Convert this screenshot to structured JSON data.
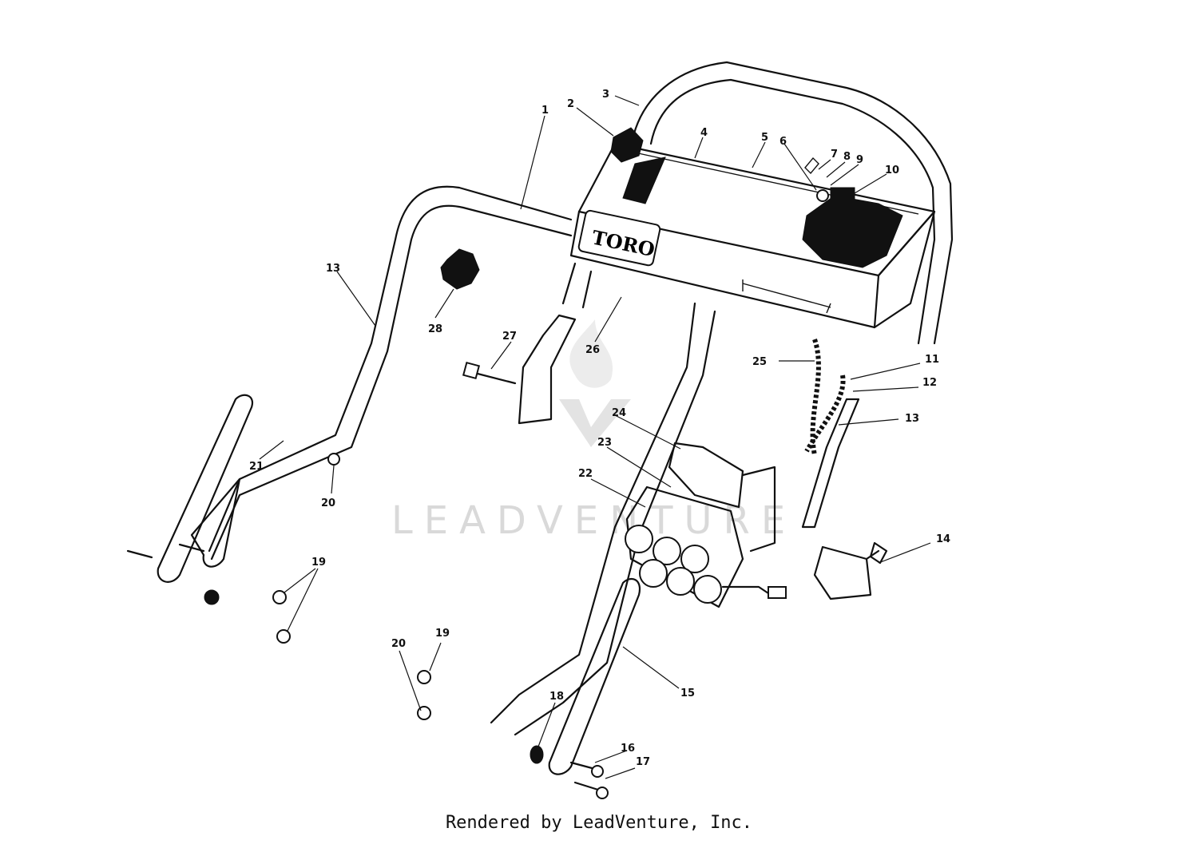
{
  "brand_label": "TORO",
  "watermark": "LEADVENTURE",
  "footer": "Rendered by LeadVenture, Inc.",
  "part_labels": [
    "1",
    "2",
    "3",
    "4",
    "5",
    "6",
    "7",
    "8",
    "9",
    "10",
    "11",
    "12",
    "13",
    "13",
    "13",
    "14",
    "15",
    "16",
    "17",
    "18",
    "19",
    "19",
    "20",
    "20",
    "21",
    "22",
    "23",
    "24",
    "25",
    "26",
    "27",
    "28"
  ]
}
